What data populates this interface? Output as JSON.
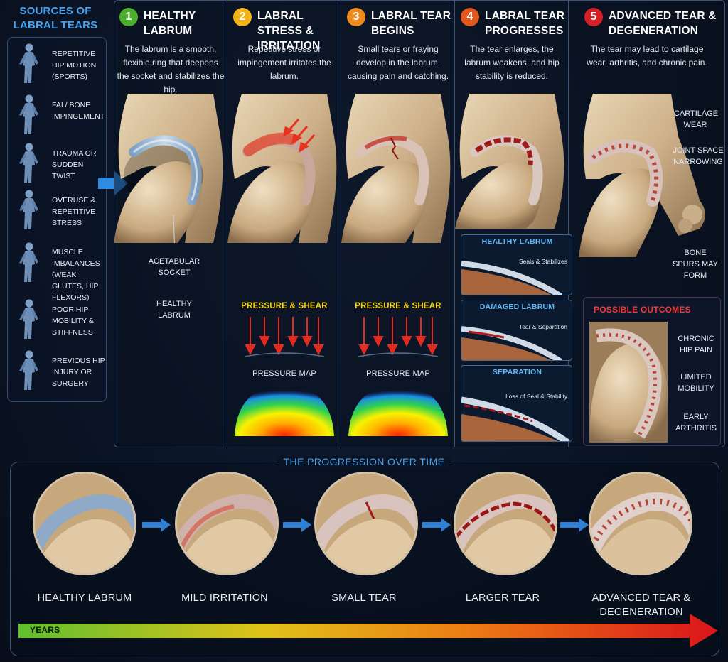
{
  "sources": {
    "title": "SOURCES OF LABRAL TEARS",
    "items": [
      {
        "label": "REPETITIVE HIP MOTION (SPORTS)"
      },
      {
        "label": "FAI / BONE IMPINGEMENT"
      },
      {
        "label": "TRAUMA OR SUDDEN TWIST"
      },
      {
        "label": "OVERUSE & REPETITIVE STRESS"
      },
      {
        "label": "MUSCLE IMBALANCES (WEAK GLUTES, HIP FLEXORS)"
      },
      {
        "label": "POOR HIP MOBILITY & STIFFNESS"
      },
      {
        "label": "PREVIOUS HIP INJURY OR SURGERY"
      }
    ]
  },
  "stages": [
    {
      "num": "1",
      "color": "#4caf2b",
      "title": "HEALTHY LABRUM",
      "desc": "The labrum is a smooth, flexible ring that deepens the socket and stabilizes the hip."
    },
    {
      "num": "2",
      "color": "#f2b416",
      "title": "LABRAL STRESS & IRRITATION",
      "desc": "Repetitive stress or impingement irritates the labrum."
    },
    {
      "num": "3",
      "color": "#f08a1c",
      "title": "LABRAL TEAR BEGINS",
      "desc": "Small tears or fraying develop in the labrum, causing pain and catching."
    },
    {
      "num": "4",
      "color": "#e4571c",
      "title": "LABRAL TEAR PROGRESSES",
      "desc": "The tear enlarges, the labrum weakens, and hip stability is reduced."
    },
    {
      "num": "5",
      "color": "#d61f26",
      "title": "ADVANCED TEAR & DEGENERATION",
      "desc": "The tear may lead to cartilage wear, arthritis, and chronic pain."
    }
  ],
  "stage1_labels": {
    "socket": "ACETABULAR SOCKET",
    "labrum": "HEALTHY LABRUM"
  },
  "pressure": {
    "title": "PRESSURE & SHEAR",
    "map_title": "PRESSURE MAP"
  },
  "stage4_cards": [
    {
      "title": "HEALTHY LABRUM",
      "desc": "Seals & Stabilizes"
    },
    {
      "title": "DAMAGED LABRUM",
      "desc": "Tear & Separation"
    },
    {
      "title": "SEPARATION",
      "desc": "Loss of Seal & Stability"
    }
  ],
  "stage5_labels": {
    "cartilage": "CARTILAGE WEAR",
    "narrowing": "JOINT SPACE NARROWING",
    "spurs": "BONE SPURS MAY FORM"
  },
  "outcomes": {
    "title": "POSSIBLE OUTCOMES",
    "items": [
      "CHRONIC HIP PAIN",
      "LIMITED MOBILITY",
      "EARLY ARTHRITIS"
    ]
  },
  "progression": {
    "title": "THE PROGRESSION OVER TIME",
    "steps": [
      "HEALTHY LABRUM",
      "MILD IRRITATION",
      "SMALL TEAR",
      "LARGER TEAR",
      "ADVANCED TEAR & DEGENERATION"
    ],
    "years_label": "YEARS"
  },
  "colors": {
    "accent_blue": "#4aa3ee",
    "pressure_yellow": "#f4d210",
    "alert_red": "#ee3b3b"
  }
}
